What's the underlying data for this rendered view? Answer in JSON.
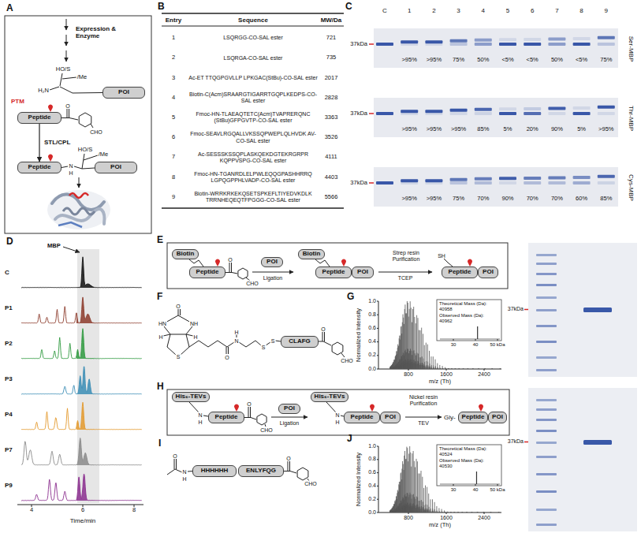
{
  "diagram": {
    "nodes": [
      {
        "text": [
          "POI"
        ]
      },
      {
        "text": [
          "Peptide"
        ]
      },
      {
        "text": [
          "Peptide"
        ]
      },
      {
        "text": [
          "POI"
        ]
      },
      {
        "text": [
          "Biotin"
        ]
      },
      {
        "text": [
          "Peptide"
        ]
      },
      {
        "text": [
          "POI"
        ]
      },
      {
        "text": [
          "Biotin"
        ]
      },
      {
        "text": [
          "Peptide"
        ]
      },
      {
        "text": [
          "POI"
        ]
      },
      {
        "text": [
          "Peptide"
        ]
      },
      {
        "text": [
          "POI"
        ]
      },
      {
        "text": [
          "CLAFG"
        ]
      },
      {
        "text": [
          "His₆-TEVs"
        ]
      },
      {
        "text": [
          "Peptide"
        ]
      },
      {
        "text": [
          "POI"
        ]
      },
      {
        "text": [
          "His₆-TEVs"
        ]
      },
      {
        "text": [
          "Peptide"
        ]
      },
      {
        "text": [
          "POI"
        ]
      },
      {
        "text": [
          "Peptide"
        ]
      },
      {
        "text": [
          "POI"
        ]
      },
      {
        "text": [
          "HHHHHH"
        ]
      },
      {
        "text": [
          "ENLYFQG"
        ]
      }
    ],
    "edges": [
      {
        "from": 1,
        "to": 2,
        "arrow": "to",
        "label": "STL/CPL"
      }
    ],
    "labels": [
      "A",
      "B",
      "C",
      "D",
      "E",
      "F",
      "G",
      "H",
      "I",
      "J",
      "Expression & Enzyme",
      "HO/S",
      "/Me",
      "H₂N",
      "PTM",
      "O",
      "CHO",
      "HO/S",
      "/Me",
      "N",
      "H",
      "Entry",
      "Sequence",
      "MW/Da",
      "1",
      "LSQRGG-CO-SAL ester",
      "721",
      "2",
      "LSQRGA-CO-SAL ester",
      "735",
      "3",
      "Ac-ET TTQGPGVLLP LPKGAC(StBu)-CO-SAL ester",
      "2017",
      "4",
      "Biotin-C(Acm)SRAARGTIGARRTGQPLKEDPS-CO-SAL ester",
      "2828",
      "5",
      "Fmoc-HN-TLAEAQTETC(Acm)TVAPRERQNC (StBu)GFPGVTP-CO-SAL ester",
      "3363",
      "6",
      "Fmoc-SEAVLRGQALLVKSSQPWEPLQLHVDK AV-CO-SAL ester",
      "3526",
      "7",
      "Ac-SESSSKSSQPLASKQEKDGTEKRGRPR KQPPVSPG-CO-SAL ester",
      "4111",
      "8",
      "Fmoc-HN-TGANRDLELPWLEQQGPASHHRRQ LGPQGPPHLVADP-CO-SAL ester",
      "4403",
      "9",
      "Biotin-WRRKRKEKQSETSPKEFLTIYEDVKDLK TRRNHEQEQTFPGGG-CO-SAL ester",
      "5566",
      "C",
      "1",
      "2",
      "3",
      "4",
      "5",
      "6",
      "7",
      "8",
      "9",
      "37kDa",
      ">95%",
      ">95%",
      "75%",
      "50%",
      "<5%",
      "<5%",
      "50%",
      "<5%",
      "75%",
      "Ser-MBP",
      "37kDa",
      ">95%",
      ">95%",
      ">95%",
      "85%",
      "5%",
      "20%",
      "90%",
      "5%",
      ">95%",
      "Thr-MBP",
      "37kDa",
      ">95%",
      ">95%",
      "75%",
      "70%",
      "90%",
      "70%",
      "70%",
      "60%",
      "85%",
      "Cys-MBP",
      "MBP",
      "C",
      "P1",
      "P2",
      "P3",
      "P4",
      "P7",
      "P9",
      "4",
      "6",
      "8",
      "Time/min",
      "O",
      "CHO",
      "Ligation",
      "Strep resin Purification",
      "TCEP",
      "SH",
      "37kDa",
      "O",
      "HN",
      "NH",
      "H",
      "H",
      "S",
      "O",
      "N",
      "H",
      "S",
      "S",
      "O",
      "CHO",
      "Normalized Intensity",
      "0.0",
      "0.2",
      "0.4",
      "0.6",
      "0.8",
      "1.0",
      "800",
      "1600",
      "2400",
      "m/z (Th)",
      "Theoretical Mass (Da): 40958",
      "Observed Mass (Da): 40962",
      "30",
      "40",
      "50 kDa",
      "N",
      "H",
      "O",
      "CHO",
      "Ligation",
      "Nickel resin Purification",
      "TEV",
      "N",
      "H",
      "Gly-",
      "37kDa",
      "O",
      "N",
      "H",
      "O",
      "CHO",
      "Normalized Intensity",
      "0.0",
      "0.2",
      "0.4",
      "0.6",
      "0.8",
      "1.0",
      "800",
      "1600",
      "2400",
      "m/z (Th)",
      "Theoretical Mass (Da): 40524",
      "Observed Mass (Da): 40530",
      "30",
      "40",
      "50 kDa"
    ]
  }
}
